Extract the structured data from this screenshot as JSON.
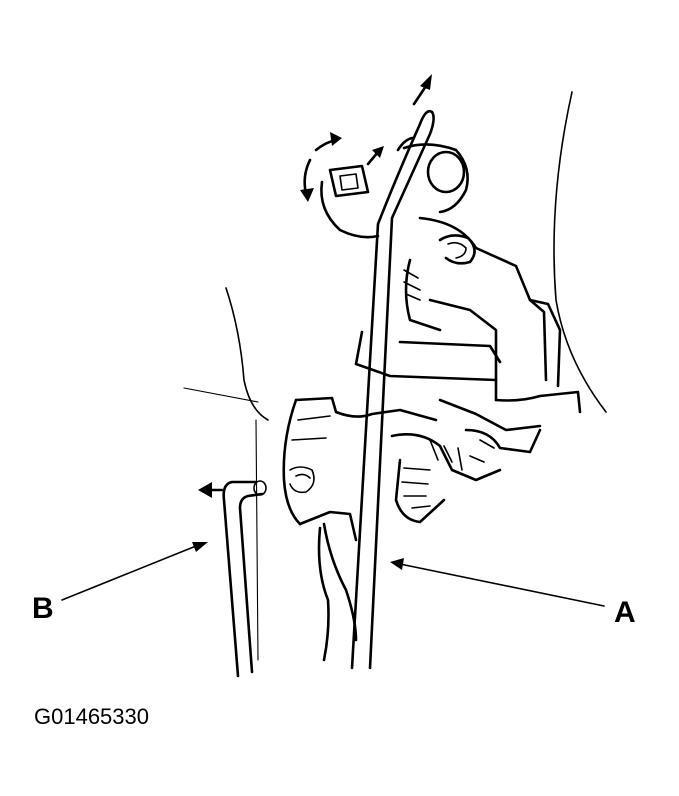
{
  "labels": {
    "a": "A",
    "b": "B"
  },
  "figure_code": "G01465330",
  "colors": {
    "ink": "#000000",
    "background": "#ffffff"
  }
}
